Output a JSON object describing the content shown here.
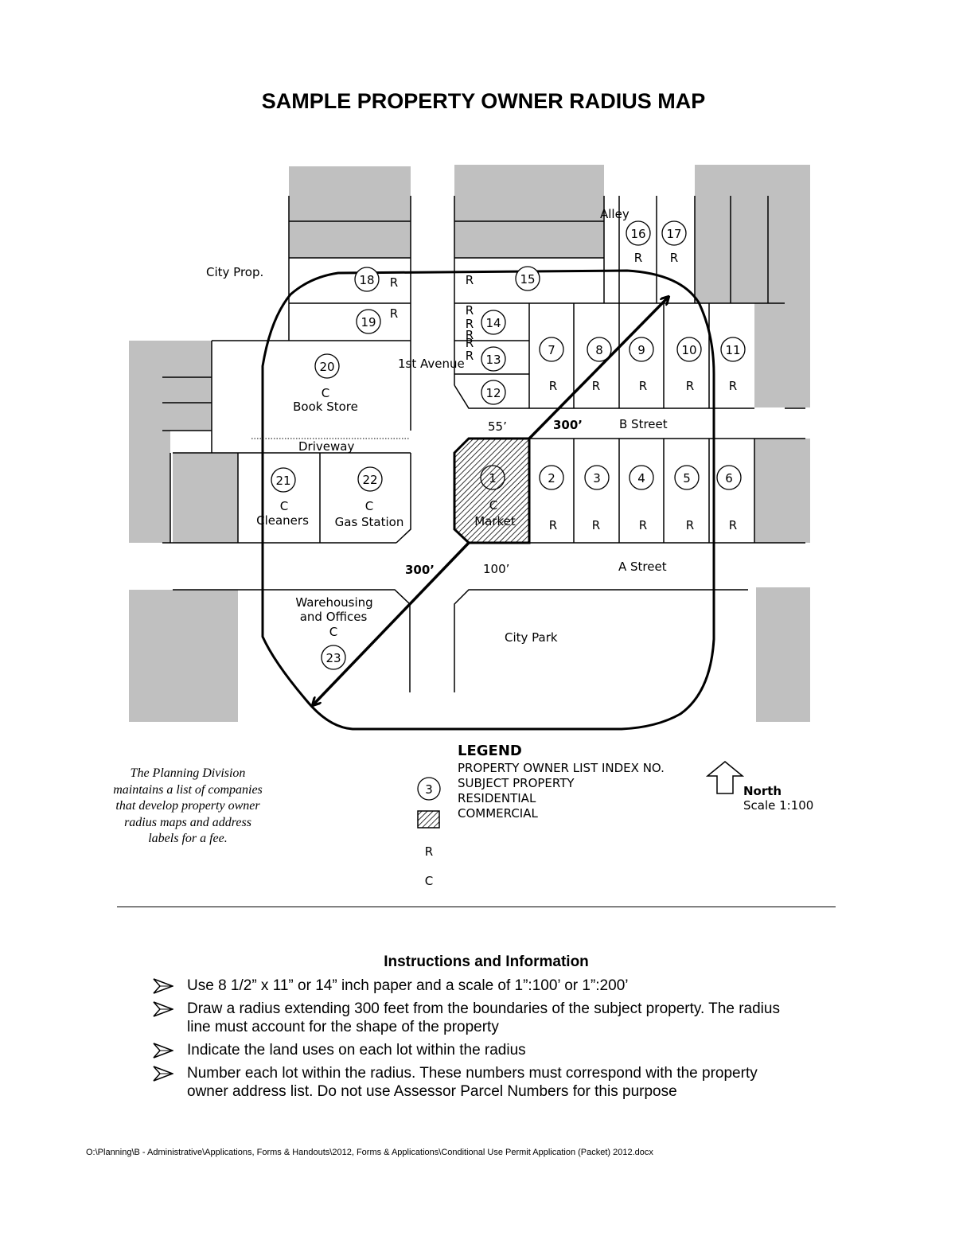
{
  "title": "SAMPLE PROPERTY OWNER RADIUS MAP",
  "map": {
    "streets": [
      "1st Avenue",
      "B Street",
      "A  Street",
      "Alley",
      "Driveway"
    ],
    "places": [
      "City Prop.",
      "City Park"
    ],
    "distances": [
      "55’",
      "100’"
    ],
    "radius_labels": [
      "300’",
      "300’"
    ],
    "lots": [
      {
        "num": "1",
        "use": "C",
        "name": "Market"
      },
      {
        "num": "2",
        "use": "R"
      },
      {
        "num": "3",
        "use": "R"
      },
      {
        "num": "4",
        "use": "R"
      },
      {
        "num": "5",
        "use": "R"
      },
      {
        "num": "6",
        "use": "R"
      },
      {
        "num": "7",
        "use": "R"
      },
      {
        "num": "8",
        "use": "R"
      },
      {
        "num": "9",
        "use": "R"
      },
      {
        "num": "10",
        "use": "R"
      },
      {
        "num": "11",
        "use": "R"
      },
      {
        "num": "12",
        "use": "R"
      },
      {
        "num": "13",
        "use": "R"
      },
      {
        "num": "14",
        "use": "R"
      },
      {
        "num": "15",
        "use": "R"
      },
      {
        "num": "16",
        "use": "R"
      },
      {
        "num": "17",
        "use": "R"
      },
      {
        "num": "18",
        "use": "R"
      },
      {
        "num": "19",
        "use": "R"
      },
      {
        "num": "20",
        "use": "C",
        "name": "Book Store"
      },
      {
        "num": "21",
        "use": "C",
        "name": "Cleaners"
      },
      {
        "num": "22",
        "use": "C",
        "name": "Gas Station"
      },
      {
        "num": "23",
        "use": "C",
        "name_lines": [
          "Warehousing",
          "and Offices"
        ]
      }
    ],
    "extra_r": [
      "R",
      "R"
    ]
  },
  "legend": {
    "title": "LEGEND",
    "items": [
      "PROPERTY OWNER LIST INDEX NO.",
      "SUBJECT PROPERTY",
      "RESIDENTIAL",
      "COMMERCIAL"
    ],
    "sample_num": "3",
    "sample_r": "R",
    "sample_c": "C"
  },
  "north": {
    "label": "North",
    "scale": "Scale 1:100"
  },
  "note": "The Planning Division maintains a list of companies that develop property owner radius maps and address labels for a fee.",
  "instructions": {
    "title": "Instructions and Information",
    "items": [
      "Use 8 1/2” x 11” or 14” inch paper and a scale of 1”:100’ or 1”:200’",
      "Draw a radius extending 300 feet from the boundaries of the subject property.  The radius line must account for the shape of the property",
      "Indicate the land uses on each lot within the radius",
      "Number each lot within the radius.  These numbers must correspond with the property owner address list.  Do not use Assessor Parcel Numbers for this purpose"
    ]
  },
  "footer": "O:\\Planning\\B - Administrative\\Applications, Forms & Handouts\\2012, Forms & Applications\\Conditional Use Permit Application (Packet) 2012.docx",
  "colors": {
    "gray_block": "#c0c0c0",
    "line": "#000000"
  }
}
